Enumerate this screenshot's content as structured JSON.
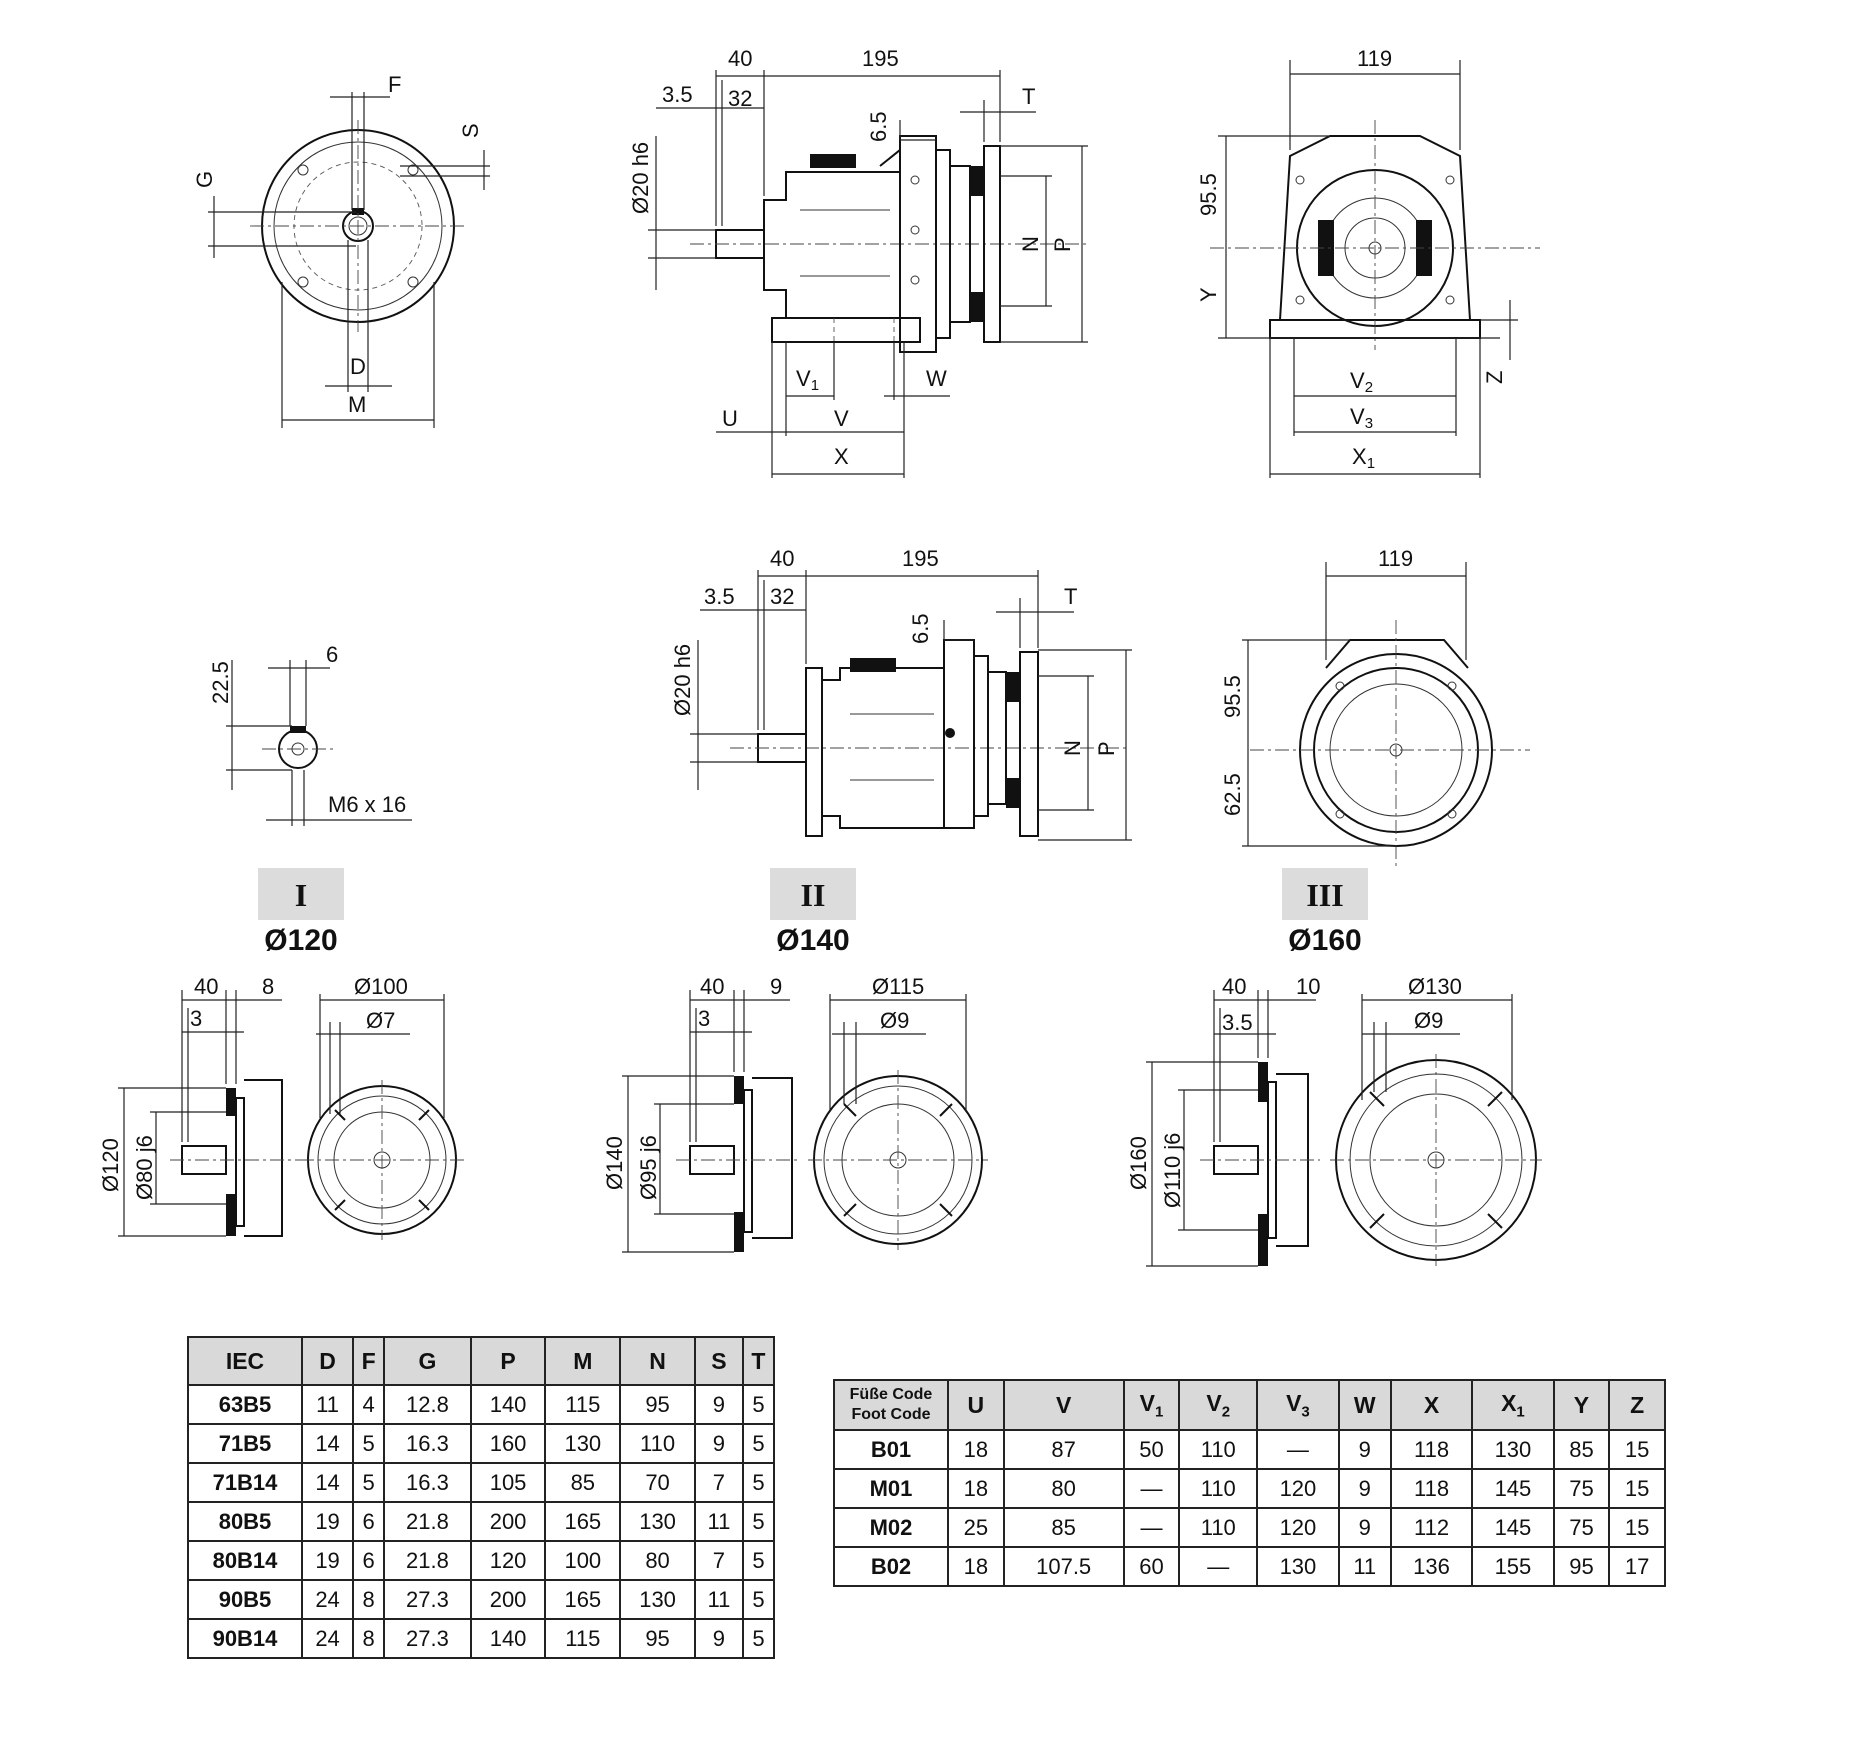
{
  "views": {
    "front_flange": {
      "F": "F",
      "S": "S",
      "G": "G",
      "D": "D",
      "M": "M"
    },
    "side_top": {
      "d40": "40",
      "d195": "195",
      "d3_5": "3.5",
      "d32": "32",
      "T": "T",
      "d6_5": "6.5",
      "shaft": "Ø20 h6",
      "N": "N",
      "P": "P",
      "V1_base": "V",
      "V1_sub": "1",
      "W": "W",
      "U": "U",
      "V": "V",
      "X": "X"
    },
    "end_top": {
      "d119": "119",
      "d95_5": "95.5",
      "Y": "Y",
      "Z": "Z",
      "V2_base": "V",
      "V2_sub": "2",
      "V3_base": "V",
      "V3_sub": "3",
      "X1_base": "X",
      "X1_sub": "1"
    },
    "key_detail": {
      "d22_5": "22.5",
      "d6": "6",
      "thread": "M6 x 16"
    },
    "side_mid": {
      "d40": "40",
      "d195": "195",
      "d3_5": "3.5",
      "d32": "32",
      "T": "T",
      "d6_5": "6.5",
      "shaft": "Ø20 h6",
      "N": "N",
      "P": "P"
    },
    "end_mid": {
      "d119": "119",
      "d95_5": "95.5",
      "d62_5": "62.5"
    }
  },
  "flange_variants": [
    {
      "roman": "I",
      "title": "Ø120",
      "d40": "40",
      "thk": "8",
      "step": "3",
      "pcd": "Ø100",
      "hole": "Ø7",
      "outer": "Ø120",
      "spigot": "Ø80 j6"
    },
    {
      "roman": "II",
      "title": "Ø140",
      "d40": "40",
      "thk": "9",
      "step": "3",
      "pcd": "Ø115",
      "hole": "Ø9",
      "outer": "Ø140",
      "spigot": "Ø95 j6"
    },
    {
      "roman": "III",
      "title": "Ø160",
      "d40": "40",
      "thk": "10",
      "step": "3.5",
      "pcd": "Ø130",
      "hole": "Ø9",
      "outer": "Ø160",
      "spigot": "Ø110 j6"
    }
  ],
  "iec_table": {
    "headers": [
      "IEC",
      "D",
      "F",
      "G",
      "P",
      "M",
      "N",
      "S",
      "T"
    ],
    "rows": [
      [
        "63B5",
        "11",
        "4",
        "12.8",
        "140",
        "115",
        "95",
        "9",
        "5"
      ],
      [
        "71B5",
        "14",
        "5",
        "16.3",
        "160",
        "130",
        "110",
        "9",
        "5"
      ],
      [
        "71B14",
        "14",
        "5",
        "16.3",
        "105",
        "85",
        "70",
        "7",
        "5"
      ],
      [
        "80B5",
        "19",
        "6",
        "21.8",
        "200",
        "165",
        "130",
        "11",
        "5"
      ],
      [
        "80B14",
        "19",
        "6",
        "21.8",
        "120",
        "100",
        "80",
        "7",
        "5"
      ],
      [
        "90B5",
        "24",
        "8",
        "27.3",
        "200",
        "165",
        "130",
        "11",
        "5"
      ],
      [
        "90B14",
        "24",
        "8",
        "27.3",
        "140",
        "115",
        "95",
        "9",
        "5"
      ]
    ]
  },
  "foot_table": {
    "code_header_line1": "Füße Code",
    "code_header_line2": "Foot Code",
    "headers": [
      {
        "base": "U",
        "sub": ""
      },
      {
        "base": "V",
        "sub": ""
      },
      {
        "base": "V",
        "sub": "1"
      },
      {
        "base": "V",
        "sub": "2"
      },
      {
        "base": "V",
        "sub": "3"
      },
      {
        "base": "W",
        "sub": ""
      },
      {
        "base": "X",
        "sub": ""
      },
      {
        "base": "X",
        "sub": "1"
      },
      {
        "base": "Y",
        "sub": ""
      },
      {
        "base": "Z",
        "sub": ""
      }
    ],
    "rows": [
      [
        "B01",
        "18",
        "87",
        "50",
        "110",
        "—",
        "9",
        "118",
        "130",
        "85",
        "15"
      ],
      [
        "M01",
        "18",
        "80",
        "—",
        "110",
        "120",
        "9",
        "118",
        "145",
        "75",
        "15"
      ],
      [
        "M02",
        "25",
        "85",
        "—",
        "110",
        "120",
        "9",
        "112",
        "145",
        "75",
        "15"
      ],
      [
        "B02",
        "18",
        "107.5",
        "60",
        "—",
        "130",
        "11",
        "136",
        "155",
        "95",
        "17"
      ]
    ]
  }
}
